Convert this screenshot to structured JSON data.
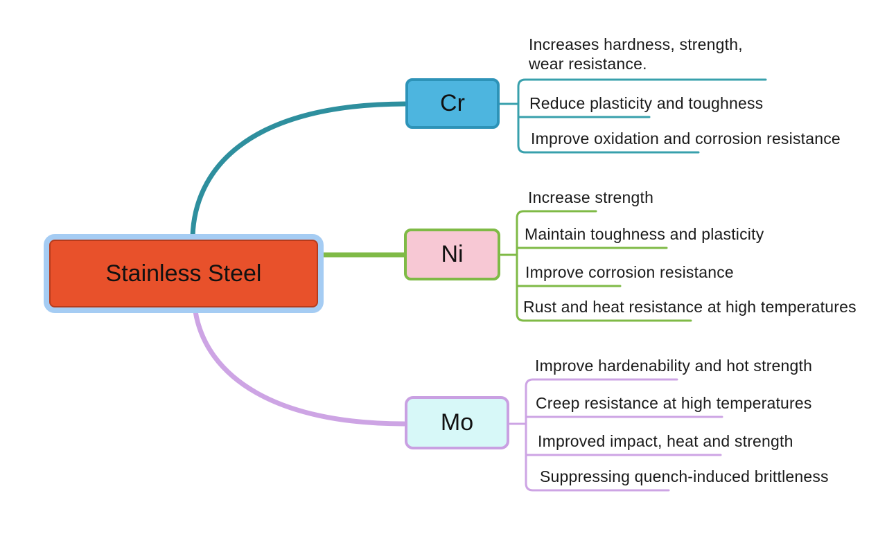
{
  "colors": {
    "root_fill": "#e8512b",
    "root_border": "#a5ccf3",
    "cr_fill": "#4db5df",
    "cr_border": "#2d93b8",
    "cr_curve": "#2e8f9e",
    "cr_line": "#38a0ac",
    "ni_fill": "#f7c8d4",
    "ni_line": "#7fba46",
    "mo_fill": "#d7f8f8",
    "mo_border": "#c9a0e2",
    "mo_line": "#cda4e4",
    "text": "#1a1a1a"
  },
  "root": {
    "label": "Stainless Steel"
  },
  "branches": [
    {
      "label": "Cr",
      "children": [
        {
          "text": "Increases hardness, strength,\nwear resistance."
        },
        {
          "text": "Reduce plasticity and toughness"
        },
        {
          "text": "Improve oxidation and corrosion resistance"
        }
      ]
    },
    {
      "label": "Ni",
      "children": [
        {
          "text": "Increase strength"
        },
        {
          "text": "Maintain toughness and plasticity"
        },
        {
          "text": "Improve corrosion resistance"
        },
        {
          "text": "Rust and heat resistance at high temperatures"
        }
      ]
    },
    {
      "label": "Mo",
      "children": [
        {
          "text": "Improve hardenability and hot strength"
        },
        {
          "text": "Creep resistance at high temperatures"
        },
        {
          "text": "Improved impact, heat and strength"
        },
        {
          "text": "Suppressing quench-induced brittleness"
        }
      ]
    }
  ]
}
